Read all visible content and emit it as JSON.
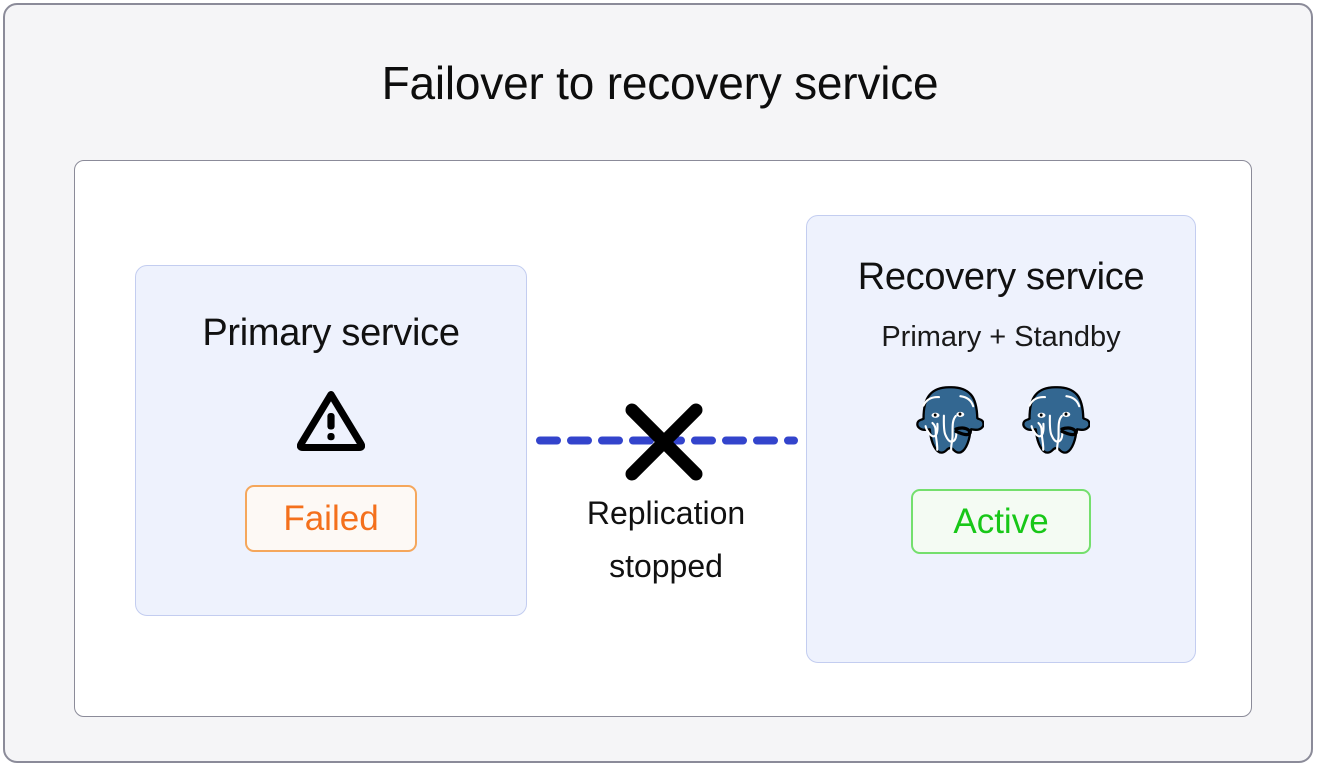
{
  "diagram": {
    "title": "Failover to recovery service",
    "colors": {
      "page_background": "#f5f5f7",
      "frame_border": "#8b8b99",
      "canvas_background": "#ffffff",
      "card_background": "#eef2fd",
      "card_border": "#c3cdf0",
      "replication_line": "#3344cc",
      "x_mark": "#000000",
      "failed_text": "#f4701c",
      "failed_border": "#f5a75c",
      "active_text": "#18c718",
      "active_border": "#74df6d",
      "postgres_blue": "#336791"
    }
  },
  "primary_service": {
    "title": "Primary service",
    "icon": "warning-triangle-icon",
    "status": "Failed"
  },
  "connector": {
    "line_style": "dashed",
    "break_icon": "x-mark-icon",
    "label_line1": "Replication",
    "label_line2": "stopped"
  },
  "recovery_service": {
    "title": "Recovery service",
    "subtitle": "Primary + Standby",
    "nodes": [
      {
        "icon": "postgresql-elephant-icon"
      },
      {
        "icon": "postgresql-elephant-icon"
      }
    ],
    "status": "Active"
  }
}
